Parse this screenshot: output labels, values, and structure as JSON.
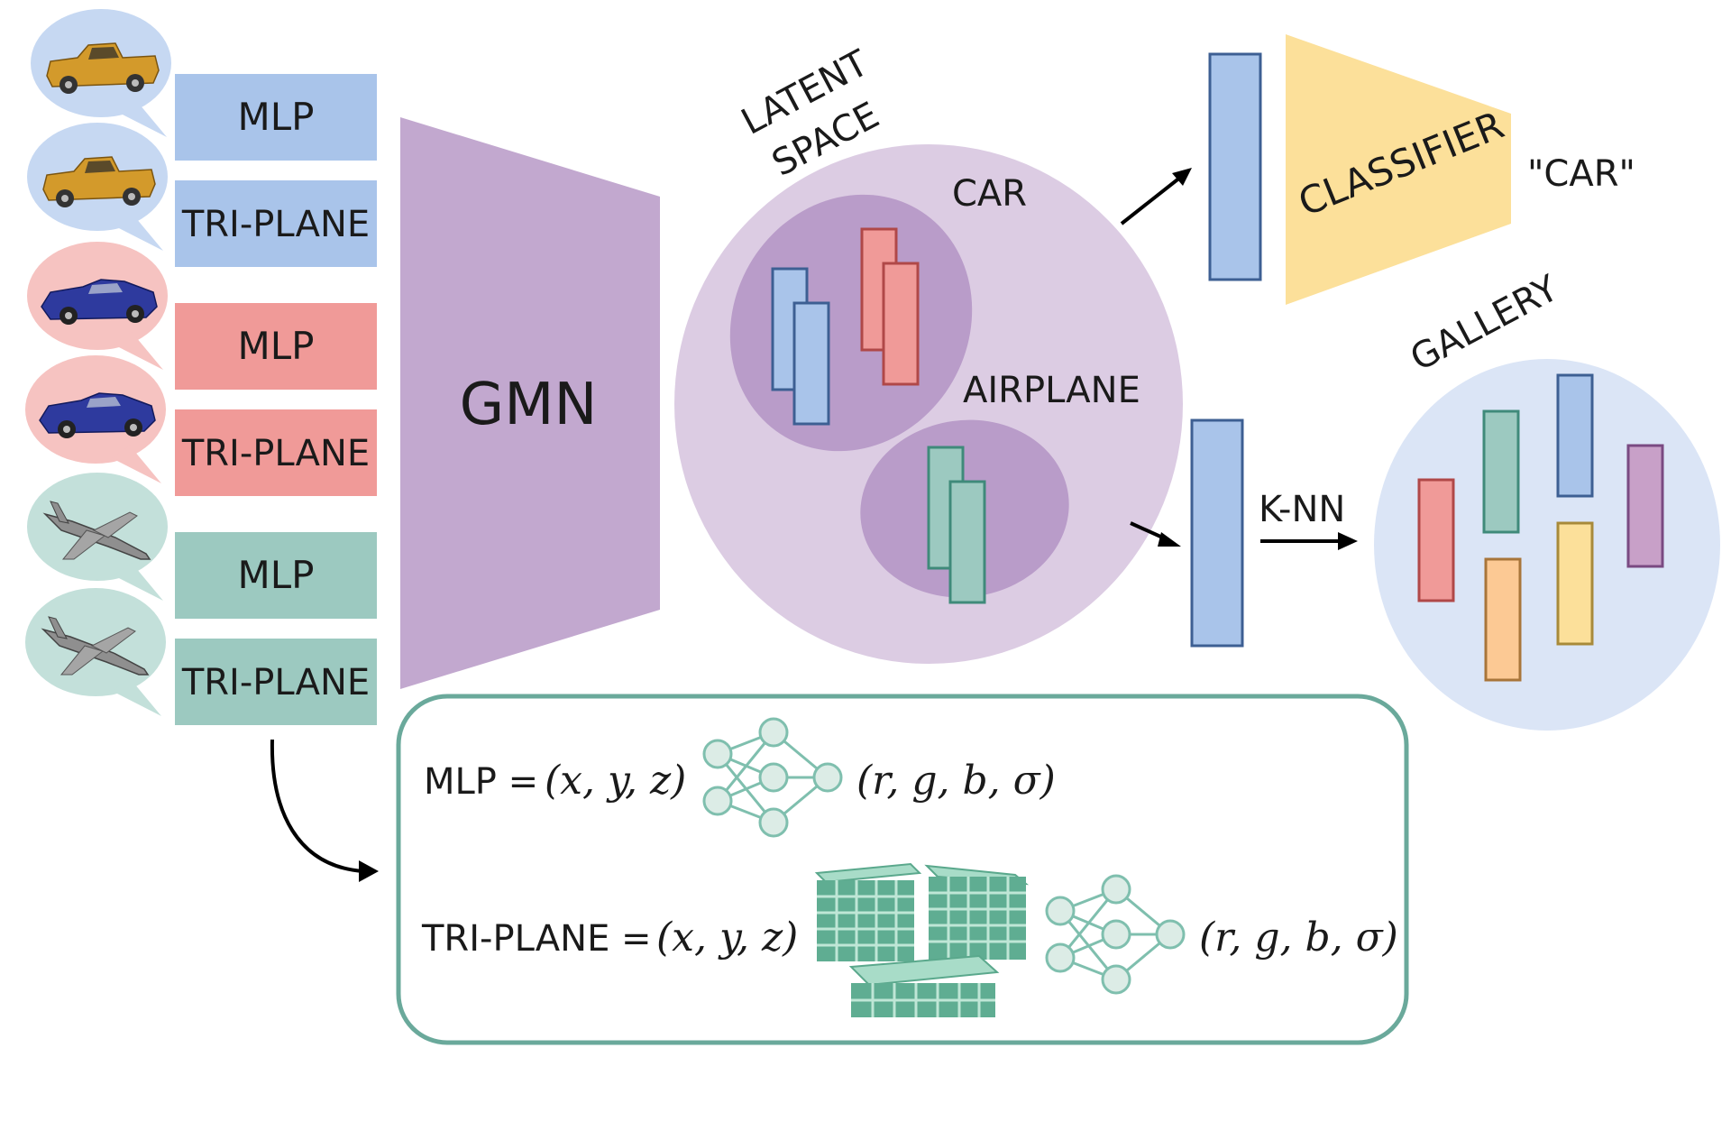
{
  "inputs": [
    {
      "label": "MLP",
      "object": "pickup-truck"
    },
    {
      "label": "TRI-PLANE",
      "object": "pickup-truck"
    },
    {
      "label": "MLP",
      "object": "convertible-car"
    },
    {
      "label": "TRI-PLANE",
      "object": "convertible-car"
    },
    {
      "label": "MLP",
      "object": "airplane"
    },
    {
      "label": "TRI-PLANE",
      "object": "airplane"
    }
  ],
  "colors": {
    "blue": "#a9c4ea",
    "blue_stroke": "#3d5f93",
    "red": "#f09a98",
    "red_stroke": "#b04848",
    "teal": "#9cc9c0",
    "teal_stroke": "#3f8a7a",
    "gmn": "#c2a8cf",
    "latent": "#dccce3",
    "cluster": "#b99cc9",
    "classifier": "#fce09a",
    "gallery": "#dbe5f6",
    "box_border": "#6aa99b"
  },
  "gmn_label": "GMN",
  "latent_label": [
    "LATENT",
    "SPACE"
  ],
  "clusters": {
    "car": "CAR",
    "airplane": "AIRPLANE"
  },
  "classifier_label": "CLASSIFIER",
  "classifier_output": "\"CAR\"",
  "knn_label": "K-NN",
  "gallery_label": "GALLERY",
  "legend": {
    "mlp": {
      "prefix": "MLP = ",
      "input": "(x, y, z)",
      "output": "(r, g, b, σ)"
    },
    "triplane": {
      "prefix": "TRI-PLANE = ",
      "input": "(x, y, z)",
      "output": "(r, g, b, σ)"
    }
  }
}
